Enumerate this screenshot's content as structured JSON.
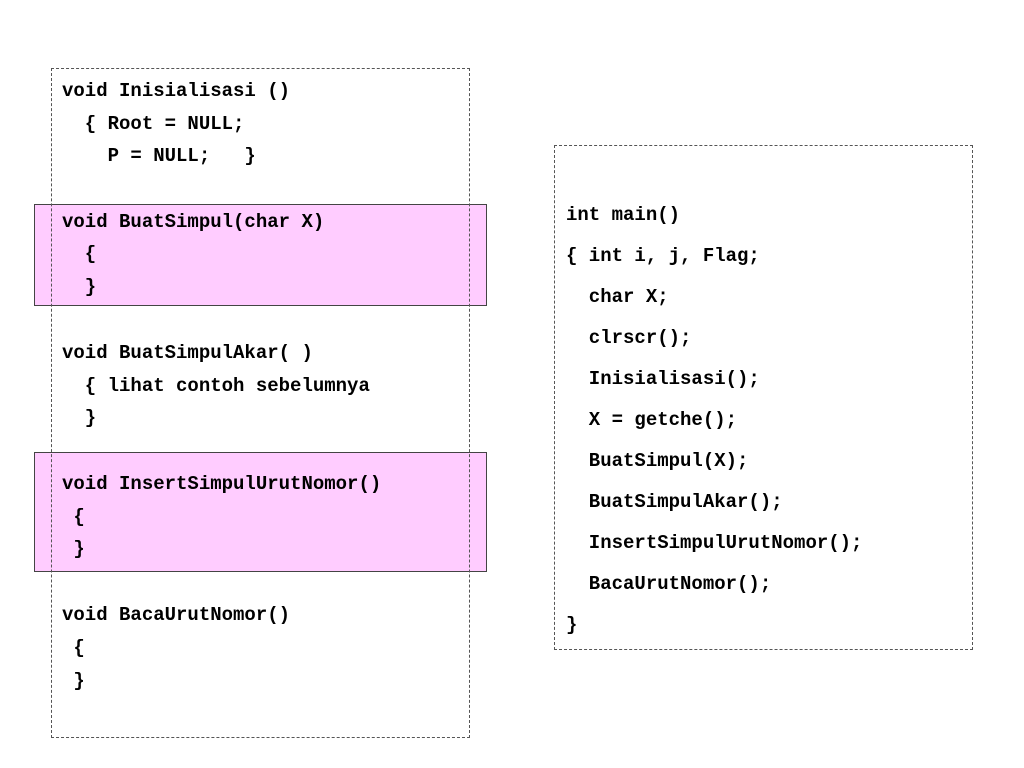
{
  "left_code": {
    "inisialisasi": {
      "line1": "void Inisialisasi ()",
      "line2": "  { Root = NULL;",
      "line3": "    P = NULL;   }"
    },
    "buat_simpul": {
      "line1": "void BuatSimpul(char X)",
      "line2": "  {",
      "line3": "  }"
    },
    "buat_simpul_akar": {
      "line1": "void BuatSimpulAkar( )",
      "line2": "  { lihat contoh sebelumnya",
      "line3": "  }"
    },
    "insert_simpul": {
      "line1": "void InsertSimpulUrutNomor()",
      "line2": " {",
      "line3": " }"
    },
    "baca_urut": {
      "line1": "void BacaUrutNomor()",
      "line2": " {",
      "line3": " }"
    }
  },
  "right_code": {
    "lines": [
      "int main()",
      "{ int i, j, Flag;",
      "  char X;",
      "  clrscr();",
      "  Inisialisasi();",
      "  X = getche();",
      "  BuatSimpul(X);",
      "  BuatSimpulAkar();",
      "  InsertSimpulUrutNomor();",
      "  BacaUrutNomor();",
      "}"
    ]
  },
  "colors": {
    "highlight": "#ffccff",
    "border": "#555555"
  }
}
